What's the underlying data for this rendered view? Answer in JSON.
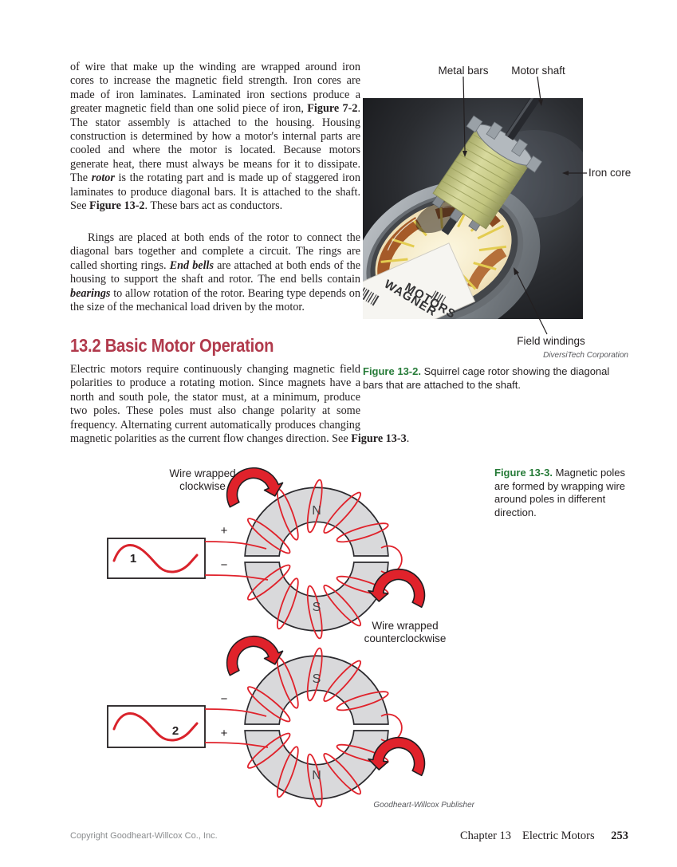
{
  "article": {
    "p1": [
      {
        "t": "of wire that make up the winding are wrapped around iron cores to increase the magnetic field strength. Iron cores are made of iron laminates. Laminated iron sections produce a greater magnetic field than one solid piece of iron, "
      },
      {
        "t": "Figure 7-2",
        "b": true
      },
      {
        "t": ". The stator assembly is attached to the housing. Housing construction is determined by how a motor's internal parts are cooled and where the motor is located. Because motors generate heat, there must always be means for it to dissipate. The "
      },
      {
        "t": "rotor",
        "b": true,
        "i": true
      },
      {
        "t": " is the rotating part and is made up of staggered iron laminates to produce diagonal bars. It is attached to the shaft. See "
      },
      {
        "t": "Figure 13-2",
        "b": true
      },
      {
        "t": ". These bars act as conductors."
      }
    ],
    "p2": [
      {
        "t": "Rings are placed at both ends of the rotor to connect the diagonal bars together and complete a circuit. The rings are called shorting rings. "
      },
      {
        "t": "End bells",
        "b": true,
        "i": true
      },
      {
        "t": " are attached at both ends of the housing to support the shaft and rotor. The end bells contain "
      },
      {
        "t": "bearings",
        "b": true,
        "i": true
      },
      {
        "t": " to allow rotation of the rotor. Bearing type depends on the size of the mechanical load driven by the motor."
      }
    ],
    "heading": "13.2 Basic Motor Operation",
    "p3": [
      {
        "t": "Electric motors require continuously changing magnetic field polarities to produce a rotating motion. Since magnets have a north and south pole, the stator must, at a minimum, produce two poles. These poles must also change polarity at some frequency. Alternating current automatically produces changing magnetic polarities as the current flow changes direction. See "
      },
      {
        "t": "Figure 13-3",
        "b": true
      },
      {
        "t": "."
      }
    ]
  },
  "figure2": {
    "label": "Figure 13-2.",
    "caption": " Squirrel cage rotor showing the diagonal bars that are attached to the shaft.",
    "credit": "DiversiTech Corporation",
    "callouts": {
      "metal_bars": "Metal bars",
      "motor_shaft": "Motor shaft",
      "iron_core": "Iron core",
      "field_windings": "Field windings"
    },
    "photo_label_line1": "WAGNER",
    "photo_label_line2": "MOTORS"
  },
  "figure3": {
    "label": "Figure 13-3.",
    "caption": " Magnetic poles are formed by wrapping wire around poles in different direction.",
    "credit": "Goodheart-Willcox Publisher",
    "labels": {
      "wrap_cw_1": "Wire wrapped",
      "wrap_cw_2": "clockwise",
      "wrap_ccw_1": "Wire wrapped",
      "wrap_ccw_2": "counterclockwise",
      "ring1_top_pole": "N",
      "ring1_bottom_pole": "S",
      "ring1_source": "1",
      "ring1_top_terminal": "+",
      "ring1_bottom_terminal": "−",
      "ring2_top_pole": "S",
      "ring2_bottom_pole": "N",
      "ring2_source": "2",
      "ring2_top_terminal": "−",
      "ring2_bottom_terminal": "+"
    }
  },
  "footer": {
    "copyright": "Copyright Goodheart-Willcox Co., Inc.",
    "chapter": "Chapter 13",
    "chapter_title": "Electric Motors",
    "page_number": "253"
  },
  "colors": {
    "heading": "#b13a4c",
    "figure_label_green": "#267b38",
    "diagram_red": "#e0222b",
    "ring_gray": "#d9d9db",
    "text": "#231f20"
  }
}
